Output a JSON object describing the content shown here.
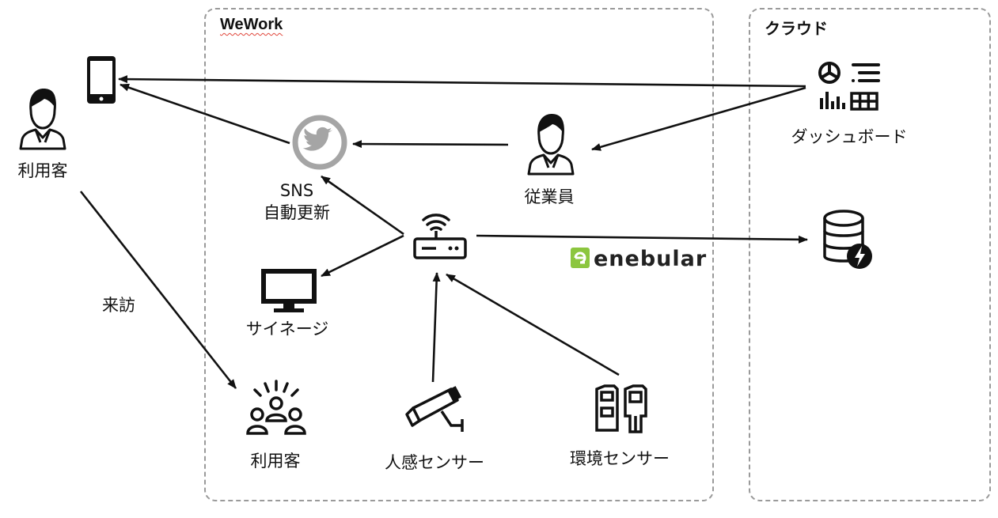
{
  "groups": {
    "wework": "WeWork",
    "cloud": "クラウド"
  },
  "nodes": {
    "customer_top": "利用客",
    "visit": "来訪",
    "sns_line1": "SNS",
    "sns_line2": "自動更新",
    "signage": "サイネージ",
    "customers_bottom": "利用客",
    "motion_sensor": "人感センサー",
    "env_sensor": "環境センサー",
    "employee": "従業員",
    "dashboard": "ダッシュボード"
  },
  "brand": {
    "enebular": "enebular",
    "enebular_color": "#8cc63f"
  },
  "icons": {
    "smartphone": "smartphone-icon",
    "twitter": "twitter-icon",
    "router": "wifi-router-icon",
    "monitor": "monitor-icon",
    "crowd": "crowd-icon",
    "camera": "security-camera-icon",
    "env_sensor": "environment-sensor-icon",
    "dashboard": "dashboard-icon",
    "database": "database-icon",
    "person": "person-icon"
  },
  "colors": {
    "dash_border": "#9a9a9a",
    "twitter_gray": "#a5a5a5",
    "line": "#111111"
  }
}
